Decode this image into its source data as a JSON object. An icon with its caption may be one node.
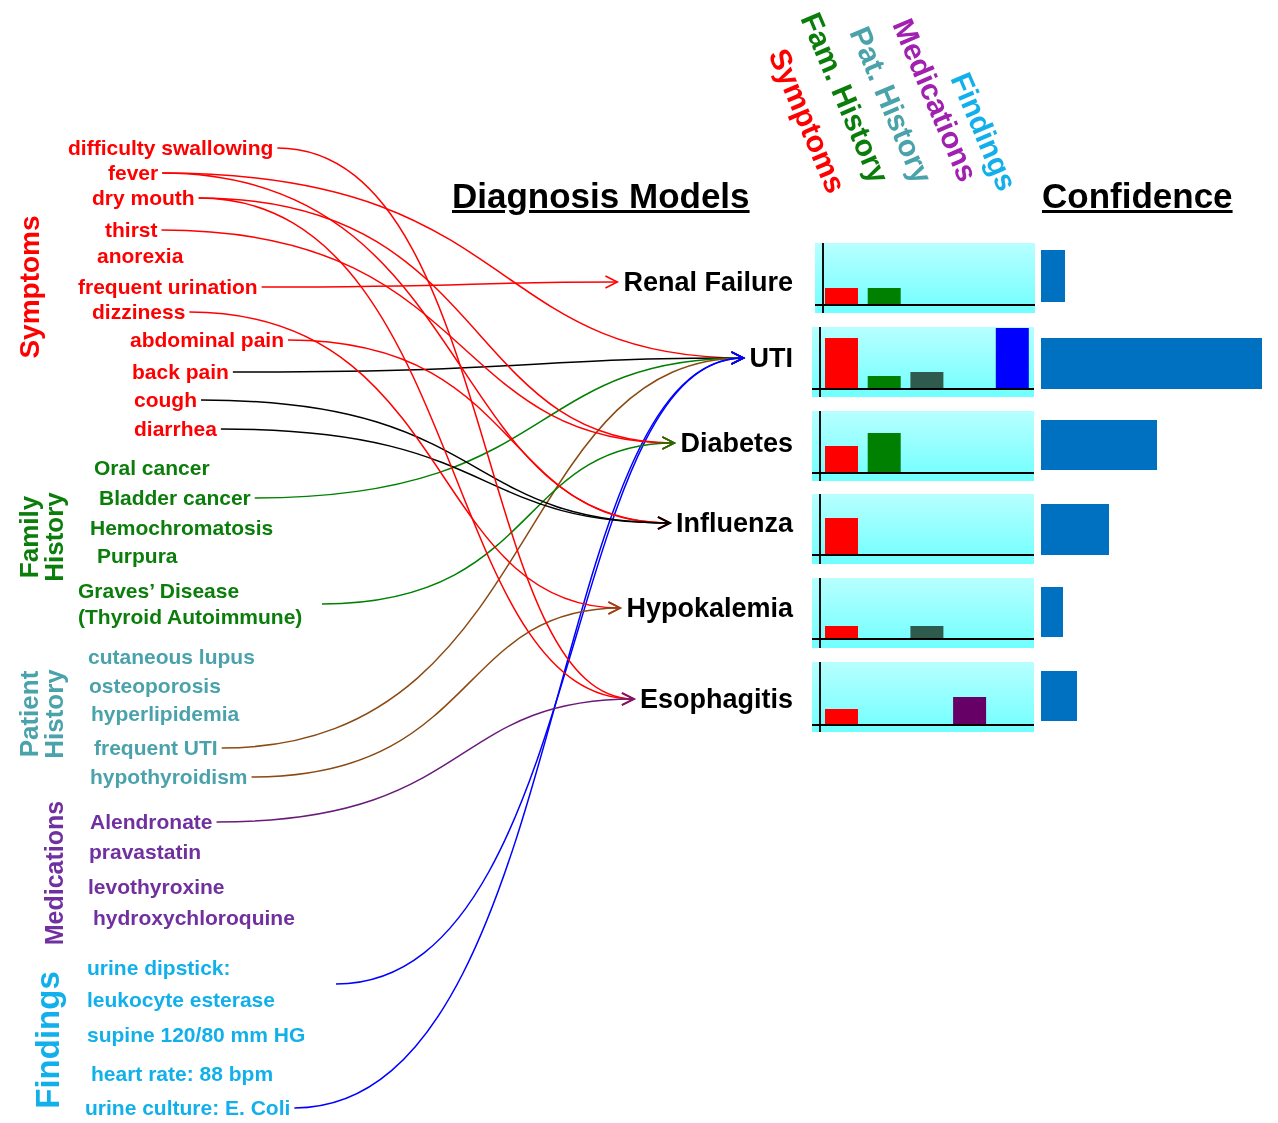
{
  "diagram": {
    "nodes": [
      {
        "text": [
          "difficulty swallowing"
        ]
      },
      {
        "text": [
          "fever"
        ]
      },
      {
        "text": [
          "dry mouth"
        ]
      },
      {
        "text": [
          "thirst"
        ]
      },
      {
        "text": [
          "frequent urination"
        ]
      },
      {
        "text": [
          "dizziness"
        ]
      },
      {
        "text": [
          "abdominal pain"
        ]
      },
      {
        "text": [
          "back pain"
        ]
      },
      {
        "text": [
          "cough"
        ]
      },
      {
        "text": [
          "diarrhea"
        ]
      },
      {
        "text": [
          "Bladder cancer"
        ]
      },
      {
        "text": [
          "Graves’ Disease (Thyroid Autoimmune)"
        ]
      },
      {
        "text": [
          "frequent UTI"
        ]
      },
      {
        "text": [
          "hypothyroidism"
        ]
      },
      {
        "text": [
          "Alendronate"
        ]
      },
      {
        "text": [
          "urine dipstick: leukocyte esterase"
        ]
      },
      {
        "text": [
          "urine culture: E. Coli"
        ]
      },
      {
        "text": [
          "Renal Failure"
        ]
      },
      {
        "text": [
          "UTI"
        ]
      },
      {
        "text": [
          "Diabetes"
        ]
      },
      {
        "text": [
          "Influenza"
        ]
      },
      {
        "text": [
          "Hypokalemia"
        ]
      },
      {
        "text": [
          "Esophagitis"
        ]
      }
    ],
    "edges": [
      {
        "from": 4,
        "to": 17,
        "arrow": "to"
      },
      {
        "from": 1,
        "to": 18,
        "arrow": "to"
      },
      {
        "from": 7,
        "to": 18,
        "arrow": "to",
        "color": "#000000"
      },
      {
        "from": 10,
        "to": 18,
        "arrow": "to",
        "color": "#008000"
      },
      {
        "from": 12,
        "to": 18,
        "arrow": "to",
        "color": "#8b4a12"
      },
      {
        "from": 15,
        "to": 18,
        "arrow": "to",
        "color": "#0000ff"
      },
      {
        "from": 16,
        "to": 18,
        "arrow": "to",
        "color": "#0000ff"
      },
      {
        "from": 3,
        "to": 19,
        "arrow": "to"
      },
      {
        "from": 2,
        "to": 19,
        "arrow": "to"
      },
      {
        "from": 11,
        "to": 19,
        "arrow": "to",
        "color": "#008000"
      },
      {
        "from": 1,
        "to": 20,
        "arrow": "to"
      },
      {
        "from": 6,
        "to": 20,
        "arrow": "to"
      },
      {
        "from": 8,
        "to": 20,
        "arrow": "to",
        "color": "#000000"
      },
      {
        "from": 9,
        "to": 20,
        "arrow": "to",
        "color": "#000000"
      },
      {
        "from": 5,
        "to": 21,
        "arrow": "to"
      },
      {
        "from": 13,
        "to": 21,
        "arrow": "to",
        "color": "#8b4a12"
      },
      {
        "from": 0,
        "to": 22,
        "arrow": "to"
      },
      {
        "from": 2,
        "to": 22,
        "arrow": "to"
      },
      {
        "from": 14,
        "to": 22,
        "arrow": "to",
        "color": "#6a1b7a"
      }
    ],
    "labels": [
      "Diagnosis Models",
      "Symptoms",
      "Fam. History",
      "Pat. History",
      "Medications",
      "Findings",
      "Confidence",
      "Symptoms",
      "anorexia",
      "Family History",
      "Oral cancer",
      "Hemochromatosis",
      "Purpura",
      "Patient History",
      "cutaneous lupus",
      "osteoporosis",
      "hyperlipidemia",
      "Medications",
      "pravastatin",
      "levothyroxine",
      "hydroxychloroquine",
      "Findings",
      "supine 120/80 mm HG",
      "heart rate: 88 bpm"
    ]
  }
}
